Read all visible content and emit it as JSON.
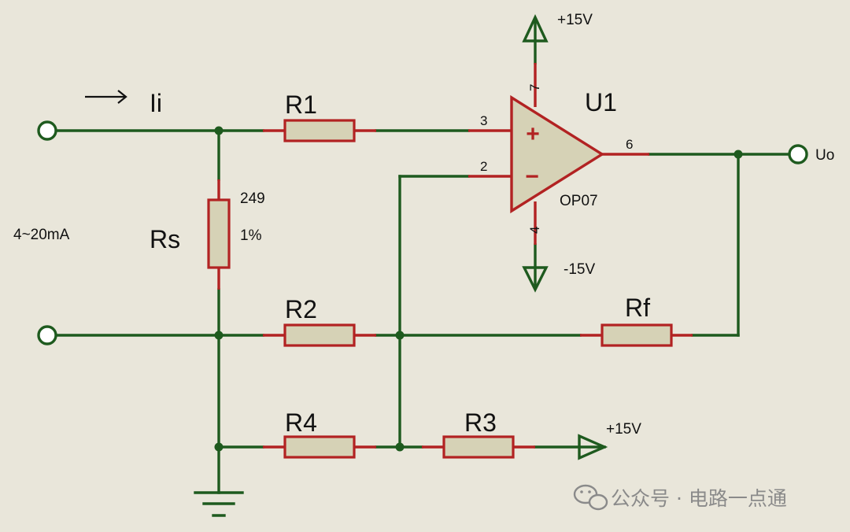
{
  "input": {
    "current_label": "Ii",
    "range_label": "4~20mA"
  },
  "resistors": {
    "r1": "R1",
    "r2": "R2",
    "r3": "R3",
    "r4": "R4",
    "rf": "Rf",
    "rs": {
      "name": "Rs",
      "value": "249",
      "tolerance": "1%"
    }
  },
  "opamp": {
    "ref": "U1",
    "part": "OP07",
    "pins": {
      "noninv": "3",
      "inv": "2",
      "vpos": "7",
      "vneg": "4",
      "out": "6"
    },
    "plus_sign": "+",
    "minus_sign": "−"
  },
  "power": {
    "vpos": "+15V",
    "vneg": "-15V",
    "ref_supply": "+15V"
  },
  "output": {
    "label": "Uo"
  },
  "watermark": {
    "text": "公众号 · 电路一点通"
  },
  "colors": {
    "wire": "#1e5a1e",
    "component": "#b22222",
    "body": "#d6d2b6",
    "background": "#e9e6da"
  }
}
